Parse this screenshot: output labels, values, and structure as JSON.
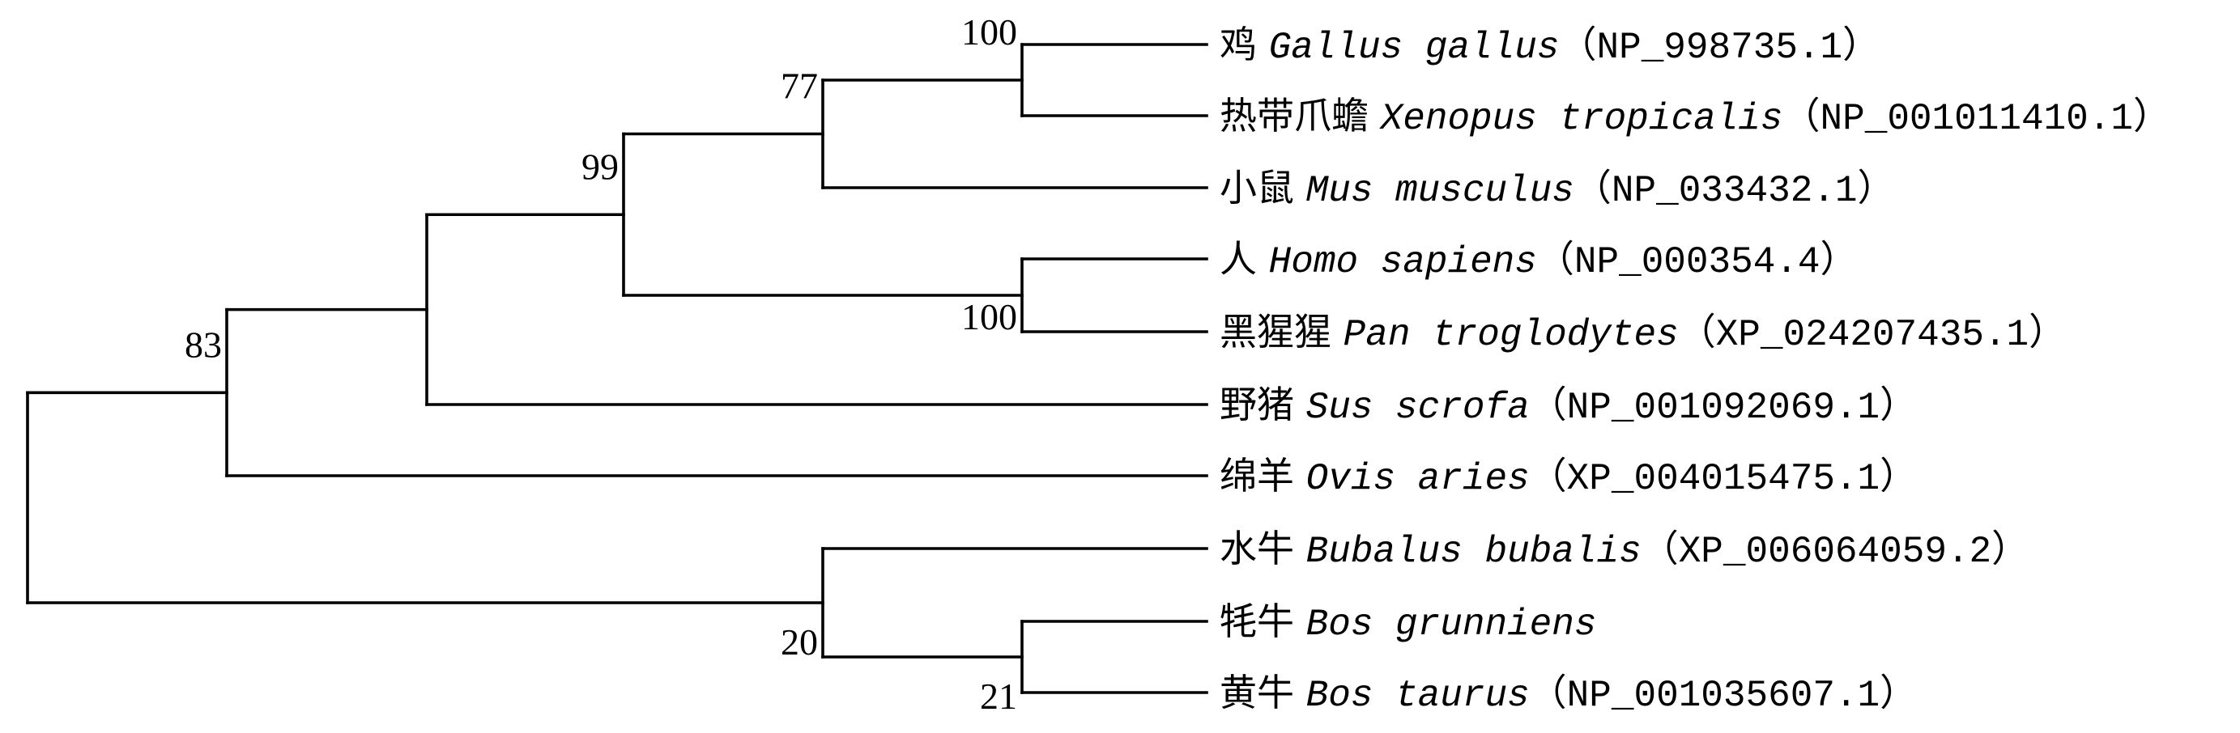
{
  "tree": {
    "taxa": [
      {
        "common": "鸡",
        "species": "Gallus gallus",
        "accession": "（NP_998735.1）"
      },
      {
        "common": "热带爪蟾",
        "species": "Xenopus tropicalis",
        "accession": "（NP_001011410.1）"
      },
      {
        "common": "小鼠",
        "species": "Mus musculus",
        "accession": "（NP_033432.1）"
      },
      {
        "common": "人",
        "species": "Homo sapiens",
        "accession": "（NP_000354.4）"
      },
      {
        "common": "黑猩猩",
        "species": "Pan troglodytes",
        "accession": "（XP_024207435.1）"
      },
      {
        "common": "野猪",
        "species": "Sus scrofa",
        "accession": "（NP_001092069.1）"
      },
      {
        "common": "绵羊",
        "species": "Ovis aries",
        "accession": "（XP_004015475.1）"
      },
      {
        "common": "水牛",
        "species": "Bubalus bubalis",
        "accession": "（XP_006064059.2）"
      },
      {
        "common": "牦牛",
        "species": "Bos grunniens",
        "accession": ""
      },
      {
        "common": "黄牛",
        "species": "Bos taurus",
        "accession": "（NP_001035607.1）"
      }
    ],
    "nodes": [
      {
        "id": "root",
        "children": [
          "n83",
          "n20"
        ],
        "support": ""
      },
      {
        "id": "n83",
        "children": [
          "n83a",
          "t6"
        ],
        "support": "83"
      },
      {
        "id": "n83a",
        "children": [
          "n99",
          "t5"
        ],
        "support": ""
      },
      {
        "id": "n99",
        "children": [
          "n77",
          "n100b"
        ],
        "support": "99"
      },
      {
        "id": "n77",
        "children": [
          "n100a",
          "t2"
        ],
        "support": "77"
      },
      {
        "id": "n100a",
        "children": [
          "t0",
          "t1"
        ],
        "support": "100"
      },
      {
        "id": "n100b",
        "children": [
          "t3",
          "t4"
        ],
        "support": "100"
      },
      {
        "id": "n20",
        "children": [
          "t7",
          "n21"
        ],
        "support": "20"
      },
      {
        "id": "n21",
        "children": [
          "t8",
          "t9"
        ],
        "support": "21"
      }
    ]
  }
}
